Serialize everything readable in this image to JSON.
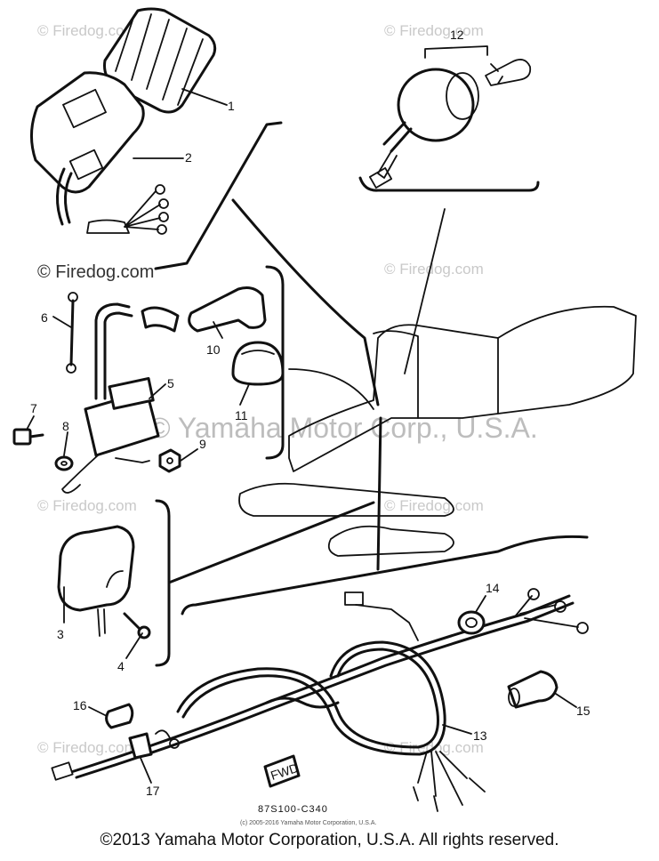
{
  "watermarks": {
    "firedog": "© Firedog.com",
    "center": "© Yamaha Motor Corp., U.S.A."
  },
  "callouts": [
    "1",
    "2",
    "3",
    "4",
    "5",
    "6",
    "7",
    "8",
    "9",
    "10",
    "11",
    "12",
    "13",
    "14",
    "15",
    "16",
    "17"
  ],
  "diagram_code": "87S100-C340",
  "small_copyright": "(c) 2005-2016 Yamaha Motor Corporation, U.S.A.",
  "footer": "©2013 Yamaha Motor Corporation, U.S.A. All rights reserved.",
  "label_fwd": "FWD"
}
